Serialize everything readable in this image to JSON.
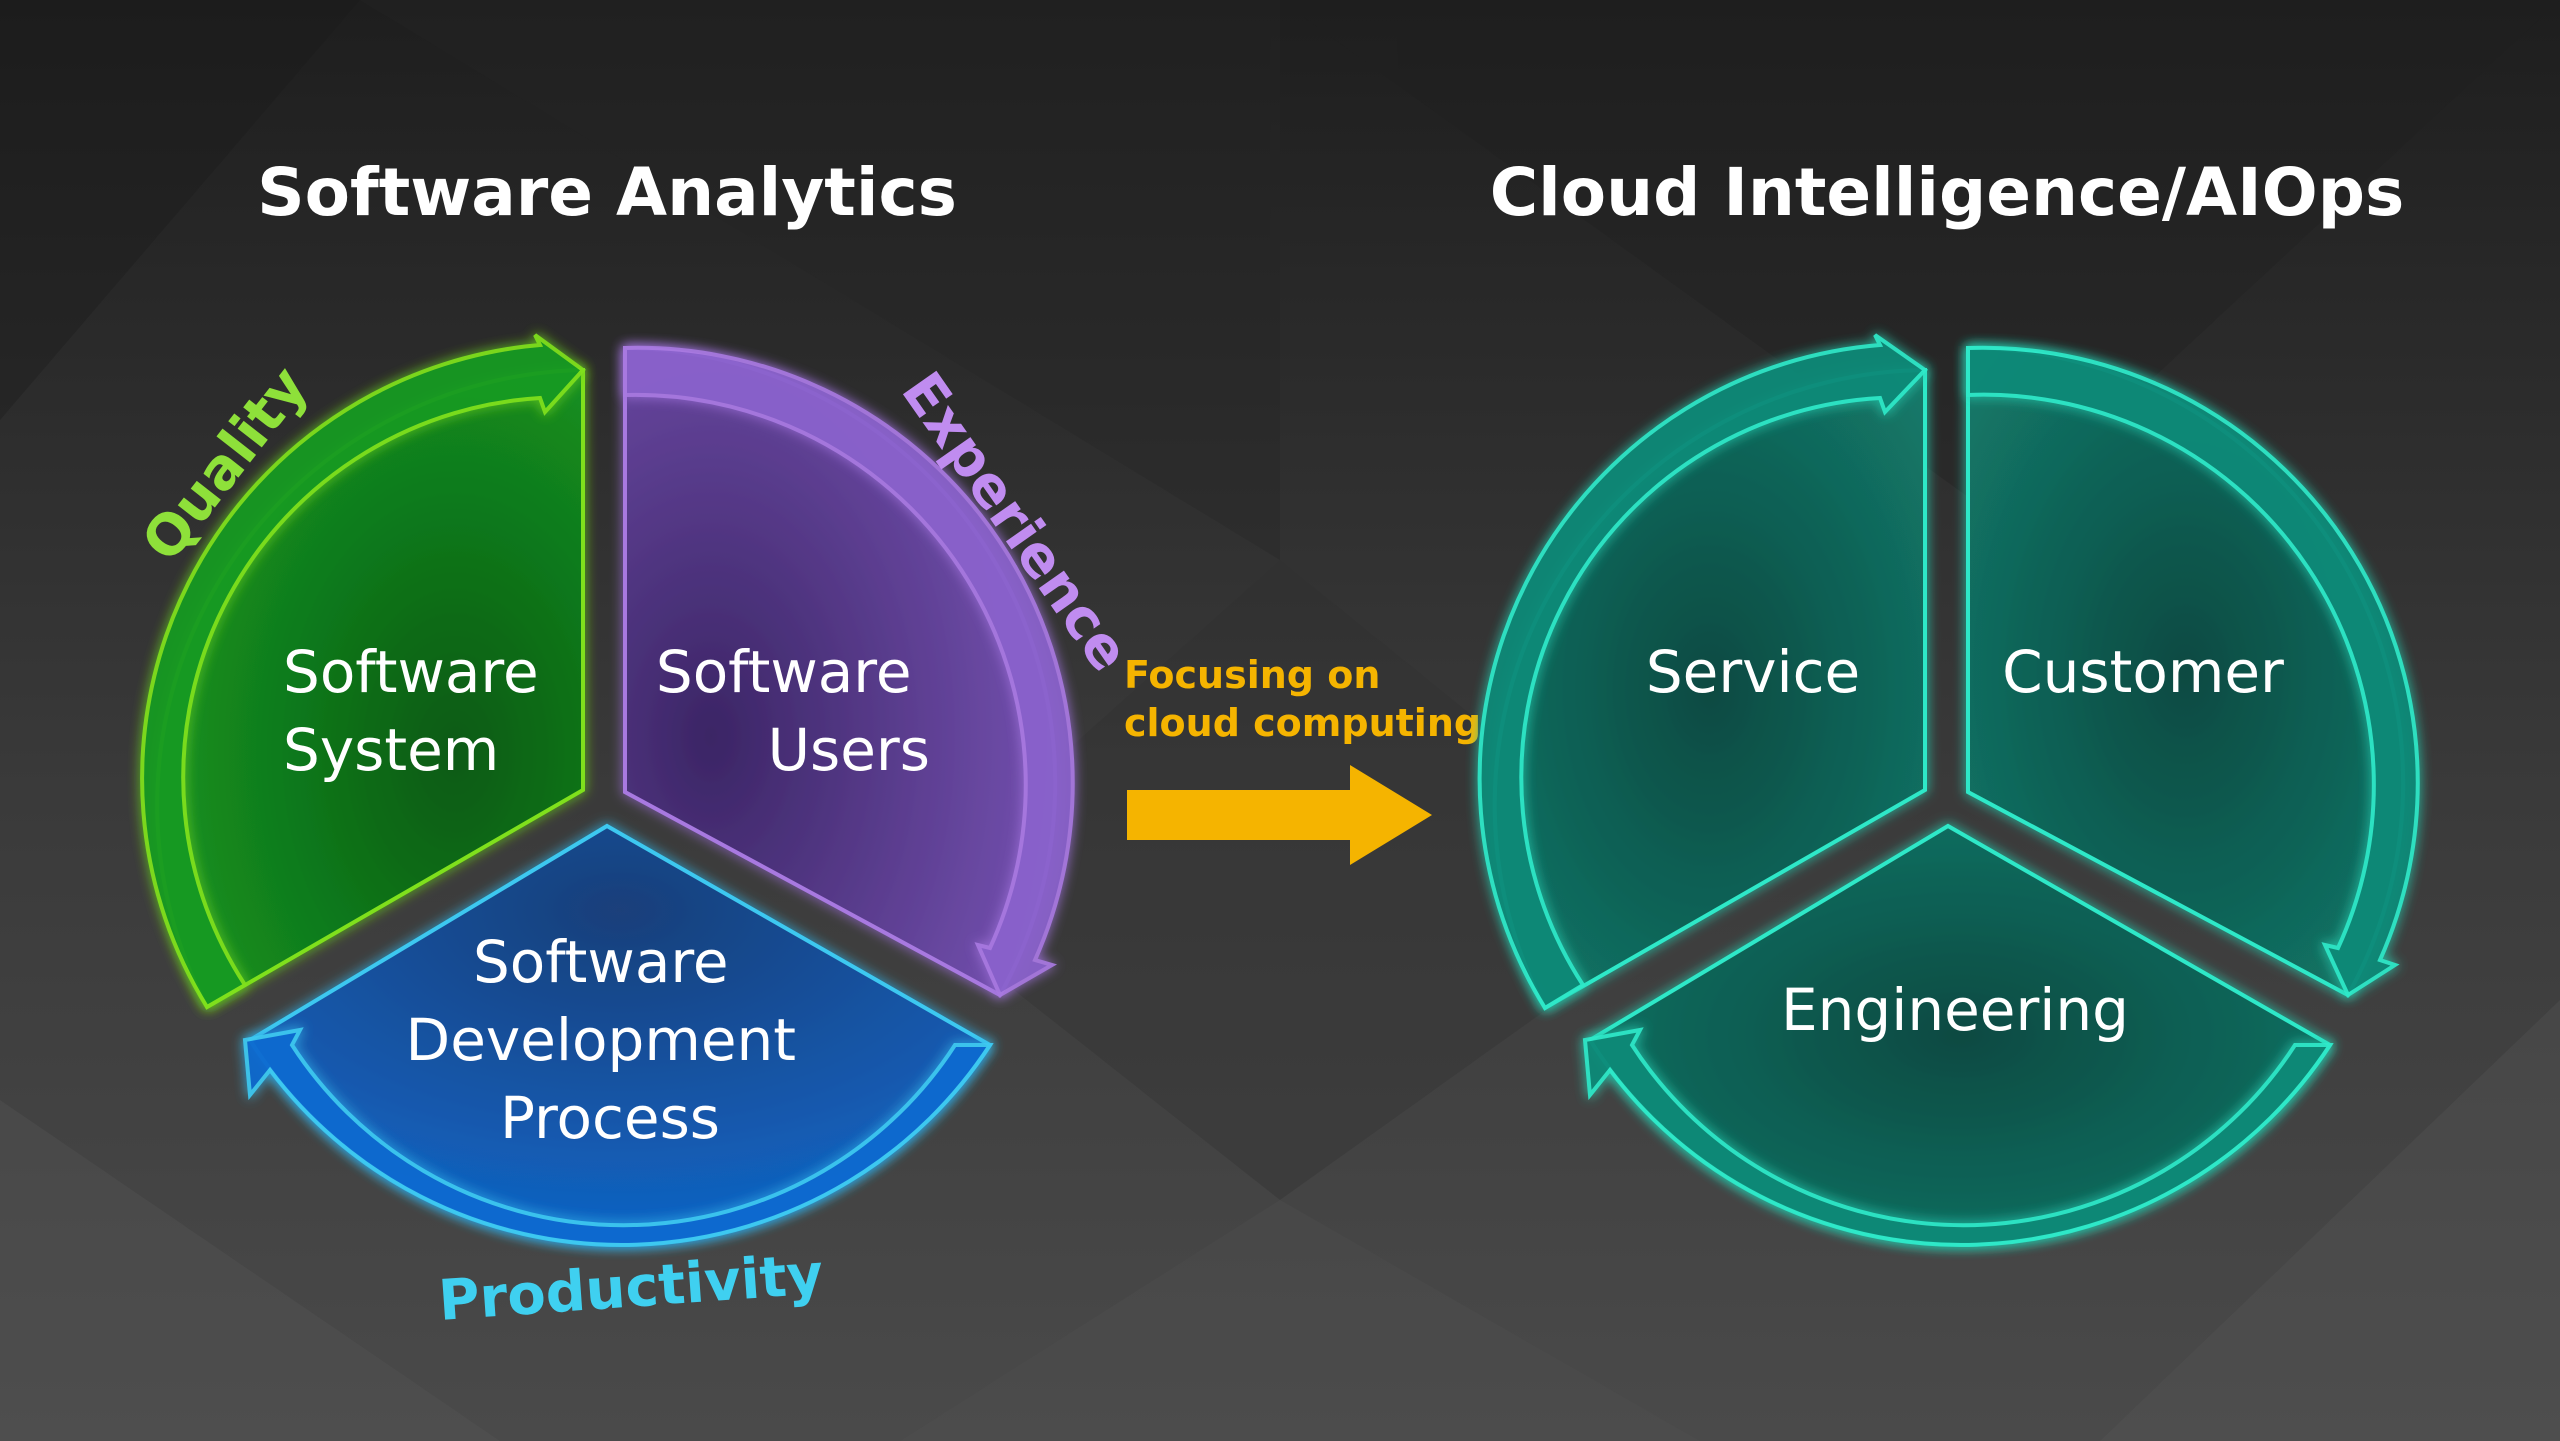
{
  "left_title": "Software Analytics",
  "right_title": "Cloud Intelligence/AIOps",
  "left_cycle": {
    "segments": [
      {
        "lines": [
          "Software",
          "System"
        ],
        "color": "#0f7a1a",
        "stroke": "#7fe01e"
      },
      {
        "lines": [
          "Software",
          "Users"
        ],
        "color": "#5a3a8f",
        "stroke": "#a879e0"
      },
      {
        "lines": [
          "Software",
          "Development",
          "Process"
        ],
        "color": "#14508f",
        "stroke": "#3cc8f0"
      }
    ],
    "arcs": [
      {
        "label": "Quality",
        "color": "#8ee03a"
      },
      {
        "label": "Experience",
        "color": "#c08cf0"
      },
      {
        "label": "Productivity",
        "color": "#3fd0f0"
      }
    ]
  },
  "transition": {
    "lines": [
      "Focusing on",
      "cloud computing"
    ],
    "color": "#f5b400"
  },
  "right_cycle": {
    "segments": [
      {
        "lines": [
          "Service"
        ]
      },
      {
        "lines": [
          "Customer"
        ]
      },
      {
        "lines": [
          "Engineering"
        ]
      }
    ],
    "color": "#0f6b5e",
    "stroke": "#2ee8c8"
  }
}
